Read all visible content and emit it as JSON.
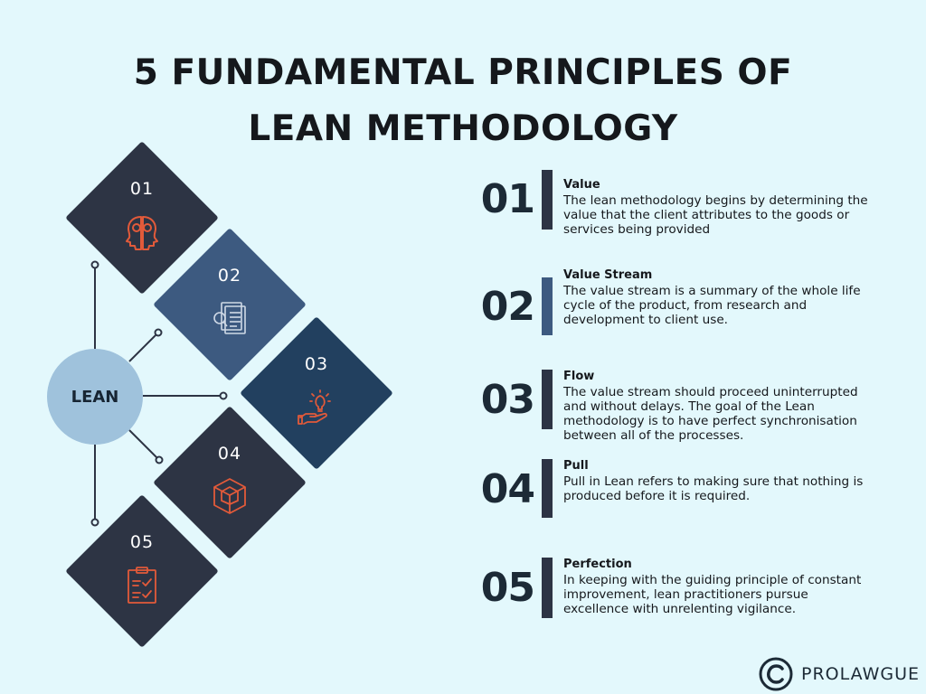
{
  "title": {
    "line1": "5 FUNDAMENTAL PRINCIPLES OF",
    "line2": "LEAN METHODOLOGY"
  },
  "center": {
    "label": "LEAN"
  },
  "diamonds": [
    {
      "number": "01",
      "icon": "two-heads-icon",
      "color": "#2d3444"
    },
    {
      "number": "02",
      "icon": "document-search-icon",
      "color": "#3d5a80"
    },
    {
      "number": "03",
      "icon": "hand-lightbulb-icon",
      "color": "#22405f"
    },
    {
      "number": "04",
      "icon": "box-icon",
      "color": "#2d3444"
    },
    {
      "number": "05",
      "icon": "clipboard-checklist-icon",
      "color": "#2d3444"
    }
  ],
  "principles": [
    {
      "number": "01",
      "heading": "Value",
      "description": "The lean methodology begins by determining the value that the client attributes to the goods or services being provided",
      "bar_color": "#2d3444"
    },
    {
      "number": "02",
      "heading": "Value Stream",
      "description": "The value stream is a summary of the whole life cycle of the product, from research and development to client use.",
      "bar_color": "#3d5a80"
    },
    {
      "number": "03",
      "heading": "Flow",
      "description": "The value stream should proceed uninterrupted and without delays. The goal of the Lean methodology is to have perfect synchronisation between all of the processes.",
      "bar_color": "#2d3444"
    },
    {
      "number": "04",
      "heading": "Pull",
      "description": "Pull in Lean refers to making sure that nothing is produced before it is required.",
      "bar_color": "#2d3444"
    },
    {
      "number": "05",
      "heading": "Perfection",
      "description": "In keeping with the guiding principle of constant improvement, lean practitioners pursue excellence with unrelenting vigilance.",
      "bar_color": "#2d3444"
    }
  ],
  "brand": {
    "name": "PROLAWGUE",
    "icon": "copyright-logo-icon"
  },
  "colors": {
    "background": "#e3f8fc",
    "icon_accent": "#e25a3a",
    "circle": "#9fc2dc",
    "connector": "#2d3444"
  }
}
